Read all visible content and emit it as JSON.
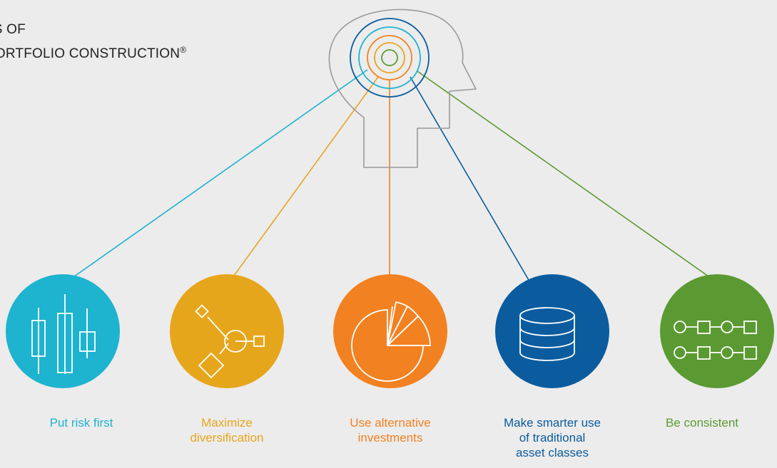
{
  "title": {
    "line1": "TS OF",
    "line2": "PORTFOLIO CONSTRUCTION",
    "trademark": "®"
  },
  "colors": {
    "background": "#ececec",
    "head_outline": "#9a9a9a",
    "teal": "#1eb3cf",
    "gold": "#e6a61c",
    "orange": "#f28121",
    "blue": "#0b5c9e",
    "green": "#5b9a32"
  },
  "pillars": [
    {
      "key": "risk",
      "label_lines": [
        "Put risk first"
      ],
      "color": "#1eb3cf",
      "icon": "candlestick-icon"
    },
    {
      "key": "diversification",
      "label_lines": [
        "Maximize",
        "diversification"
      ],
      "color": "#e6a61c",
      "icon": "network-nodes-icon"
    },
    {
      "key": "alternatives",
      "label_lines": [
        "Use alternative",
        "investments"
      ],
      "color": "#f28121",
      "icon": "pie-chart-icon"
    },
    {
      "key": "traditional",
      "label_lines": [
        "Make smarter use",
        "of traditional",
        "asset classes"
      ],
      "color": "#0b5c9e",
      "icon": "database-icon"
    },
    {
      "key": "consistent",
      "label_lines": [
        "Be consistent"
      ],
      "color": "#5b9a32",
      "icon": "chain-icon"
    }
  ]
}
